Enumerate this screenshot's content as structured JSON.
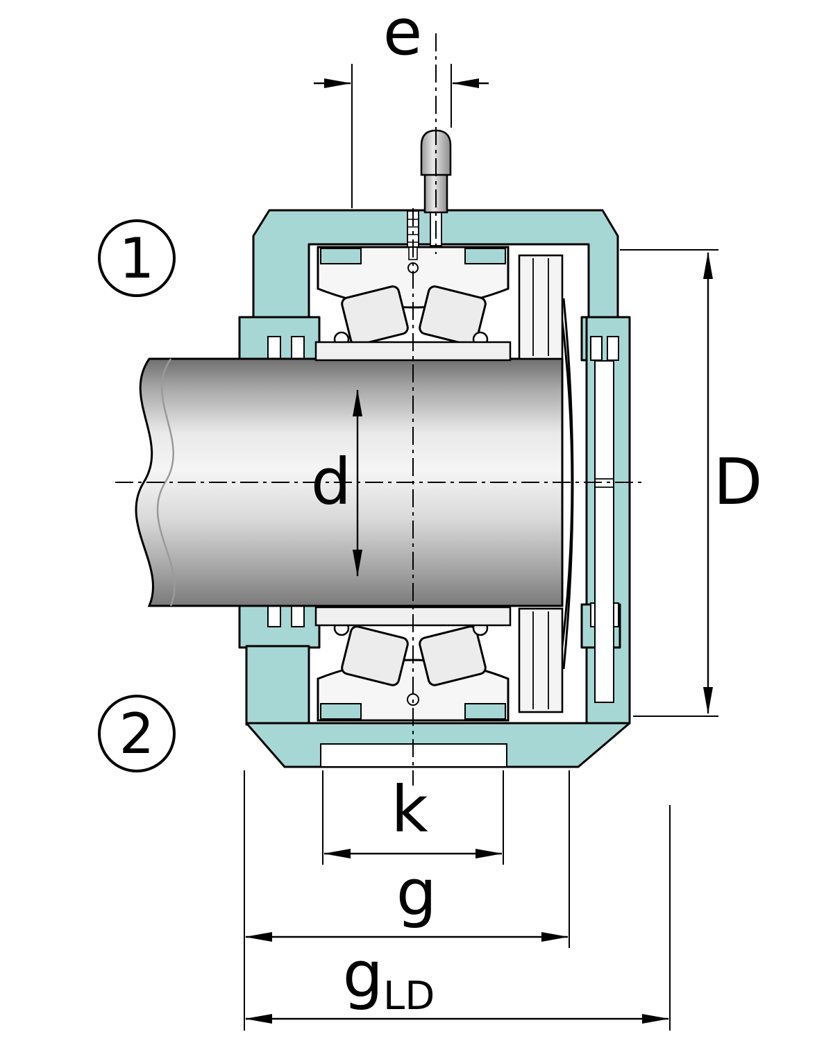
{
  "figure": {
    "callouts": {
      "item1": "1",
      "item2": "2"
    },
    "dimensions": {
      "e": "e",
      "d": "d",
      "D": "D",
      "k": "k",
      "g": "g",
      "g_ld": {
        "main": "g",
        "sub": "LD"
      }
    },
    "colors": {
      "housing_teal": "#a6d7d5",
      "line_black": "#000000",
      "bearing_light": "#f4f4f4",
      "roller_gray": "#ececec",
      "shaft_gray": "#c2c2c2",
      "background_white": "#ffffff"
    }
  }
}
